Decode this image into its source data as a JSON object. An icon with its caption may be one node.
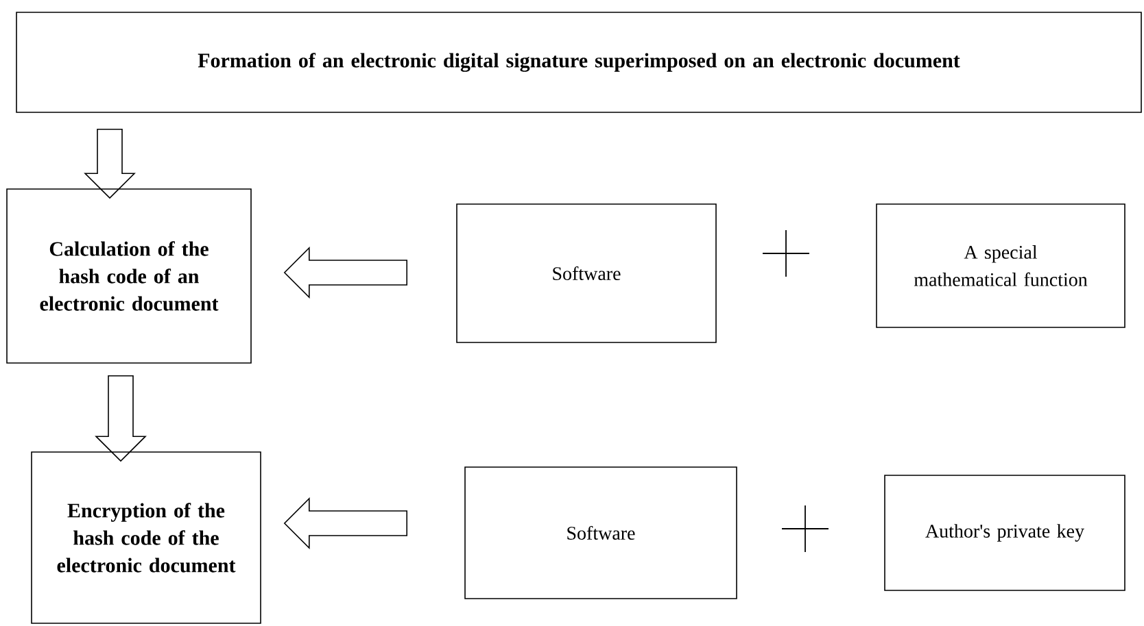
{
  "diagram": {
    "nodes": [
      {
        "text": [
          "Formation of an electronic digital signature superimposed on an electronic document"
        ]
      },
      {
        "text": [
          "Calculation of the hash code of an electronic document"
        ]
      },
      {
        "text": [
          "Software"
        ]
      },
      {
        "text": [
          "A special mathematical function"
        ]
      },
      {
        "text": [
          "Encryption of the hash code of the electronic document"
        ]
      },
      {
        "text": [
          "Software"
        ]
      },
      {
        "text": [
          "Author's private key"
        ]
      }
    ],
    "edges": [
      {
        "from": 0,
        "to": 1,
        "arrow": "to"
      },
      {
        "from": 1,
        "to": 4,
        "arrow": "to"
      },
      {
        "from": 2,
        "to": 1,
        "arrow": "to"
      },
      {
        "from": 5,
        "to": 4,
        "arrow": "to"
      }
    ]
  }
}
